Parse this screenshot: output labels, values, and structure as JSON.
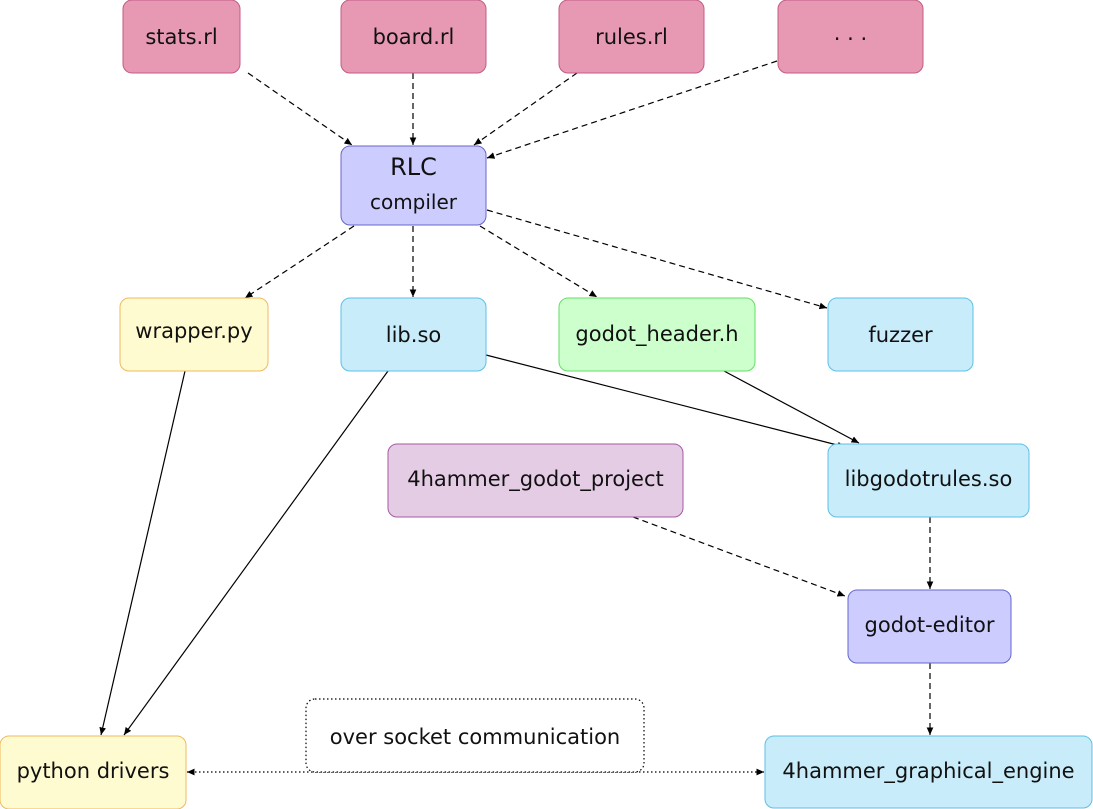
{
  "nodes": {
    "stats": {
      "label": "stats.rl",
      "color": "#e799b3"
    },
    "board": {
      "label": "board.rl",
      "color": "#e799b3"
    },
    "rules": {
      "label": "rules.rl",
      "color": "#e799b3"
    },
    "more": {
      "label": ". . .",
      "color": "#e799b3"
    },
    "rlc": {
      "label": "RLC",
      "sublabel": "compiler",
      "color": "#ccccff"
    },
    "wrapper": {
      "label": "wrapper.py",
      "color": "#fffbd0"
    },
    "libso": {
      "label": "lib.so",
      "color": "#c8ecfa"
    },
    "godot_header": {
      "label": "godot_header.h",
      "color": "#ccffcc"
    },
    "fuzzer": {
      "label": "fuzzer",
      "color": "#c8ecfa"
    },
    "hammer_project": {
      "label": "4hammer_godot_project",
      "color": "#e5cce5"
    },
    "libgodotrules": {
      "label": "libgodotrules.so",
      "color": "#c8ecfa"
    },
    "godot_editor": {
      "label": "godot-editor",
      "color": "#ccccff"
    },
    "python_drivers": {
      "label": "python drivers",
      "color": "#fffbd0"
    },
    "graphical_engine": {
      "label": "4hammer_graphical_engine",
      "color": "#c8ecfa"
    }
  },
  "socket_note": {
    "label": "over socket communication"
  }
}
